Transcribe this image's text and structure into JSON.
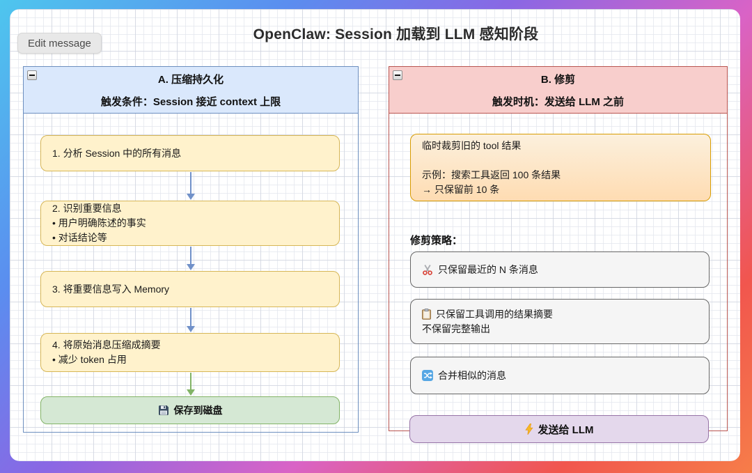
{
  "edit_button": "Edit message",
  "title": "OpenClaw: Session 加载到 LLM 感知阶段",
  "panel_a": {
    "collapse_icon": "minus-collapse-icon",
    "title": "A. 压缩持久化",
    "subtitle": "触发条件：Session 接近 context 上限",
    "steps": [
      {
        "lines": [
          "1. 分析 Session 中的所有消息"
        ]
      },
      {
        "lines": [
          "2. 识别重要信息",
          "• 用户明确陈述的事实",
          "• 对话结论等"
        ]
      },
      {
        "lines": [
          "3. 将重要信息写入 Memory"
        ]
      },
      {
        "lines": [
          "4. 将原始消息压缩成摘要",
          "• 减少 token 占用"
        ]
      }
    ],
    "result": {
      "icon": "floppy-disk-icon",
      "label": "保存到磁盘"
    }
  },
  "panel_b": {
    "collapse_icon": "minus-collapse-icon",
    "title": "B. 修剪",
    "subtitle": "触发时机：发送给 LLM 之前",
    "note": {
      "lines": [
        "临时裁剪旧的 tool 结果",
        "示例：搜索工具返回 100 条结果",
        "→ 只保留前 10 条"
      ]
    },
    "strategies_label": "修剪策略：",
    "strategies": [
      {
        "icon": "scissors-icon",
        "lines": [
          "只保留最近的 N 条消息"
        ]
      },
      {
        "icon": "clipboard-icon",
        "lines": [
          "只保留工具调用的结果摘要",
          "不保留完整输出"
        ]
      },
      {
        "icon": "shuffle-icon",
        "lines": [
          "合并相似的消息"
        ]
      }
    ],
    "action": {
      "icon": "lightning-icon",
      "label": "发送给 LLM"
    }
  },
  "colors": {
    "panel_a_header_fill": "#dae8fc",
    "panel_a_border": "#6c8ebf",
    "panel_b_header_fill": "#f8cecc",
    "panel_b_border": "#b85450",
    "step_fill": "#fff2cc",
    "step_border": "#d6b656",
    "note_fill_top": "#fcf0dd",
    "note_fill_bottom": "#fedcb2",
    "note_border": "#d79b00",
    "save_fill": "#d5e8d4",
    "save_border": "#82b366",
    "strategy_fill": "#f5f5f5",
    "strategy_border": "#666666",
    "action_fill": "#e4d8ec",
    "action_border": "#9673a6",
    "arrow_blue": "#7191c9",
    "arrow_green": "#82b366",
    "frame_gradient": [
      "#4ec6ee",
      "#5b8def",
      "#8a67e4",
      "#d963c6",
      "#f1564e",
      "#f67d49"
    ]
  }
}
